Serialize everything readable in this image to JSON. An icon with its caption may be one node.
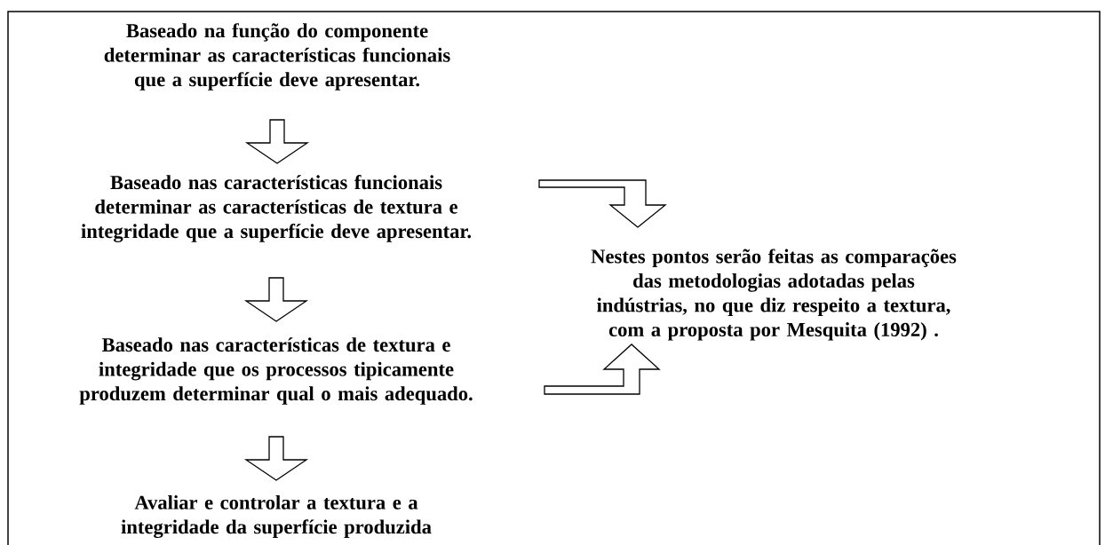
{
  "diagram": {
    "nodes": [
      {
        "text": [
          "Baseado na função do componente determinar as características funcionais que a superfície deve apresentar."
        ]
      },
      {
        "text": [
          "Baseado nas características funcionais determinar as características de textura e integridade que a superfície deve apresentar."
        ]
      },
      {
        "text": [
          "Baseado nas características de textura e integridade que os processos tipicamente produzem determinar qual o mais adequado."
        ]
      },
      {
        "text": [
          "Avaliar e controlar a textura e a integridade da superfície produzida"
        ]
      },
      {
        "text": [
          "Nestes pontos serão feitas as comparações das metodologias adotadas pelas indústrias, no que diz respeito a  textura, com a proposta por Mesquita (1992) ."
        ]
      }
    ],
    "edges": [
      {
        "from": 0,
        "to": 1,
        "arrow": "to"
      },
      {
        "from": 1,
        "to": 2,
        "arrow": "to"
      },
      {
        "from": 2,
        "to": 3,
        "arrow": "to"
      },
      {
        "from": 1,
        "to": 4,
        "arrow": "to"
      },
      {
        "from": 2,
        "to": 4,
        "arrow": "to"
      }
    ]
  }
}
